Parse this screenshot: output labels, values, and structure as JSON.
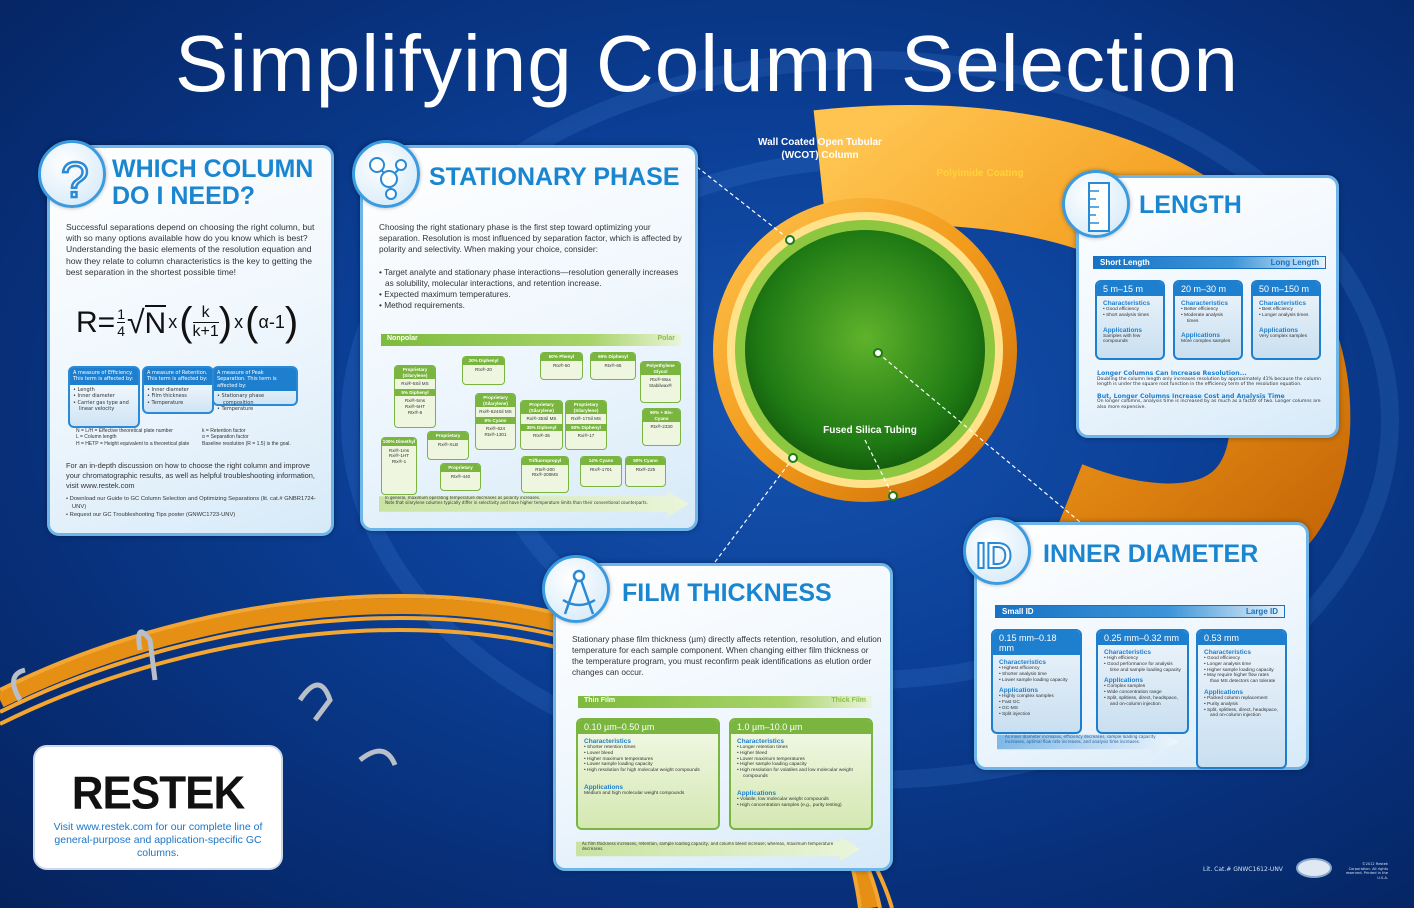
{
  "title": "Simplifying Column Selection",
  "which": {
    "title1": "WHICH COLUMN",
    "title2": "DO I NEED?",
    "intro": "Successful separations depend on choosing the right column, but with so many options available how do you know which is best?  Understanding the basic elements of the resolution equation and how they relate to column characteristics is the key to getting the best separation in the shortest possible time!",
    "eq": {
      "r": "R=",
      "one": "1",
      "four": "4",
      "n": "N",
      "x": "x",
      "k": "k",
      "kp1": "k+1",
      "alpha": "α-1"
    },
    "boxes": [
      {
        "head": "A measure of Efficiency. This term is affected by:",
        "items": [
          "Length",
          "Inner diameter",
          "Carrier gas type and linear velocity"
        ]
      },
      {
        "head": "A measure of Retention. This term is affected by:",
        "items": [
          "Inner diameter",
          "Film thickness",
          "Temperature"
        ]
      },
      {
        "head": "A measure of Peak Separation. This term is affected by:",
        "items": [
          "Stationary phase composition",
          "Temperature"
        ]
      }
    ],
    "defs_left": "N = L/H = Effective theoretical plate number\nL = Column length\nH = HETP = Height equivalent to a theoretical plate",
    "defs_right": "k = Retention factor\nα = Separation factor\nBaseline resolution (R = 1.5) is the goal.",
    "more": "For an in-depth discussion on how to choose the right column and improve your chromatographic results, as well as helpful troubleshooting information, visit www.restek.com",
    "links": [
      "Download our Guide to GC Column Selection and Optimizing Separations (lit. cat.# GNBR1724- UNV)",
      "Request our GC Troubleshooting Tips poster (GNWC1723-UNV)"
    ]
  },
  "phase": {
    "title": "STATIONARY PHASE",
    "intro": "Choosing the right stationary phase is the first step toward optimizing your separation. Resolution is most influenced by  separation factor, which is affected by polarity and selectivity. When making your choice, consider:",
    "bullets": [
      "Target analyte and stationary phase interactions—resolution generally increases as solubility, molecular interactions, and retention increase.",
      "Expected maximum temperatures.",
      "Method requirements."
    ],
    "bar_left": "Nonpolar",
    "bar_right": "Polar",
    "boxes": [
      {
        "sections": [
          {
            "h": "100% Dimethyl",
            "p": [
              "Rxi®-1ms",
              "Rxi®-1HT",
              "Rtx®-1"
            ]
          }
        ]
      },
      {
        "sections": [
          {
            "h": "Proprietary (Silarylene)",
            "p": [
              "Rxi®-5Sil MS"
            ]
          },
          {
            "h": "5% Diphenyl",
            "p": [
              "Rxi®-5ms",
              "Rxi®-5HT",
              "Rtx®-5"
            ]
          }
        ]
      },
      {
        "sections": [
          {
            "h": "Proprietary",
            "p": [
              "Rxi®-XLB"
            ]
          }
        ]
      },
      {
        "sections": [
          {
            "h": "Proprietary",
            "p": [
              "Rtx®-440"
            ]
          }
        ]
      },
      {
        "sections": [
          {
            "h": "20% Diphenyl",
            "p": [
              "Rtx®-20"
            ]
          }
        ]
      },
      {
        "sections": [
          {
            "h": "Proprietary (Silarylene)",
            "p": [
              "Rxi®-624Sil MS"
            ]
          },
          {
            "h": "6% Cyano",
            "p": [
              "Rxi®-624",
              "Rtx®-1301"
            ]
          }
        ]
      },
      {
        "sections": [
          {
            "h": "50% Phenyl",
            "p": [
              "Rtx®-50"
            ]
          }
        ]
      },
      {
        "sections": [
          {
            "h": "Proprietary (Silarylene)",
            "p": [
              "Rxi®-35Sil MS"
            ]
          },
          {
            "h": "35% Diphenyl",
            "p": [
              "Rtx®-35"
            ]
          }
        ]
      },
      {
        "sections": [
          {
            "h": "Trifluoropropyl",
            "p": [
              "Rtx®-200",
              "Rtx®-200MS"
            ]
          }
        ]
      },
      {
        "sections": [
          {
            "h": "65% Diphenyl",
            "p": [
              "Rtx®-65"
            ]
          }
        ]
      },
      {
        "sections": [
          {
            "h": "Proprietary (Silarylene)",
            "p": [
              "Rxi®-17Sil MS"
            ]
          },
          {
            "h": "50% Diphenyl",
            "p": [
              "Rxi®-17"
            ]
          }
        ]
      },
      {
        "sections": [
          {
            "h": "14% Cyano",
            "p": [
              "Rtx®-1701"
            ]
          }
        ]
      },
      {
        "sections": [
          {
            "h": "Polyethylene Glycol",
            "p": [
              "Rtx®-Wax",
              "Stabilwax®"
            ]
          }
        ]
      },
      {
        "sections": [
          {
            "h": "90% + Bis-Cyano",
            "p": [
              "Rtx®-2330"
            ]
          }
        ]
      },
      {
        "sections": [
          {
            "h": "50% Cyano",
            "p": [
              "Rtx®-225"
            ]
          }
        ]
      }
    ],
    "arrow": "In general, maximum operating temperature decreases as polarity increases.\nNote that silarylene columns typically differ in selectivity and have higher temperature limits than their conventional counterparts."
  },
  "column": {
    "wcot": "Wall Coated Open Tubular (WCOT) Column",
    "polyimide": "Polyimide Coating",
    "fused": "Fused Silica Tubing"
  },
  "length": {
    "title": "LENGTH",
    "bar_left": "Short Length",
    "bar_right": "Long Length",
    "cards": [
      {
        "h": "5 m–15 m",
        "char": [
          "Good efficiency",
          "Short analysis times"
        ],
        "app": "Samples with few compounds"
      },
      {
        "h": "20 m–30 m",
        "char": [
          "Better efficiency",
          "Moderate analysis times"
        ],
        "app": "More complex samples"
      },
      {
        "h": "50 m–150 m",
        "char": [
          "Best efficiency",
          "Longer analysis times"
        ],
        "app": "Very complex samples"
      }
    ],
    "char_label": "Characteristics",
    "app_label": "Applications",
    "note1_h": "Longer Columns Can Increase Resolution...",
    "note1": "Doubling the column length only increases resolution by approximately 41% because the column length is under the square root function in the efficiency term of the resolution equation.",
    "note2_h": "But, Longer Columns Increase Cost and Analysis Time",
    "note2": "On longer columns, analysis time is increased by as much as a factor of two. Longer columns are also more expensive."
  },
  "id": {
    "title": "INNER DIAMETER",
    "icon_text": "ID",
    "bar_left": "Small ID",
    "bar_right": "Large ID",
    "cards": [
      {
        "h": "0.15 mm–0.18 mm",
        "char": [
          "Highest efficiency",
          "Shorter analysis time",
          "Lower sample loading capacity"
        ],
        "app": [
          "Highly complex samples",
          "Fast GC",
          "GC-MS",
          "Split injection"
        ]
      },
      {
        "h": "0.25 mm–0.32 mm",
        "char": [
          "High efficiency",
          "Good performance for analysis time and sample loading capacity"
        ],
        "app": [
          "Complex samples",
          "Wide concentration range",
          "Split, splitless, direct, headspace, and on-column injection"
        ]
      },
      {
        "h": "0.53 mm",
        "char": [
          "Good efficiency",
          "Longer analysis time",
          "Higher sample loading capacity",
          "May require higher flow rates than MS detectors can tolerate"
        ],
        "app": [
          "Packed column replacement",
          "Purity analysis",
          "Split, splitless, direct, headspace, and on-column injection"
        ]
      }
    ],
    "arrow": "As inner diameter increases, efficiency decreases, sample loading capacity increases, optimal flow rate increases, and analysis time increases."
  },
  "film": {
    "title": "FILM THICKNESS",
    "intro": "Stationary phase film thickness (µm) directly affects retention, resolution, and elution temperature for each sample component. When changing either film thickness or the temperature program, you must reconfirm peak identifications as elution order changes can occur.",
    "bar_left": "Thin Film",
    "bar_right": "Thick Film",
    "cards": [
      {
        "h": "0.10 µm–0.50 µm",
        "char": [
          "Shorter retention times",
          "Lower bleed",
          "Higher maximum temperatures",
          "Lower sample loading capacity",
          "High resolution for high molecular weight compounds"
        ],
        "app": [
          "Medium and high molecular weight compounds"
        ]
      },
      {
        "h": "1.0 µm–10.0 µm",
        "char": [
          "Longer retention times",
          "Higher bleed",
          "Lower maximum temperatures",
          "Higher sample loading capacity",
          "High resolution for volatiles and low molecular weight compounds"
        ],
        "app": [
          "Volatile, low molecular weight compounds",
          "High concentration samples (e.g., purity testing)"
        ]
      }
    ],
    "arrow": "As film thickness increases, retention, sample loading capacity, and column bleed increase; whereas, maximum temperature decreases."
  },
  "logo": {
    "brand": "RESTEK",
    "visit": "Visit www.restek.com for our complete line of general-purpose and application-specific GC columns."
  },
  "footer": {
    "litcat": "Lit. Cat.# GNWC1612-UNV",
    "copyright": "©2012 Restek Corporation. All rights reserved. Printed in the U.S.A."
  },
  "colors": {
    "blue": "#1e7fcf",
    "green": "#7ab540",
    "orange": "#f0a020"
  }
}
